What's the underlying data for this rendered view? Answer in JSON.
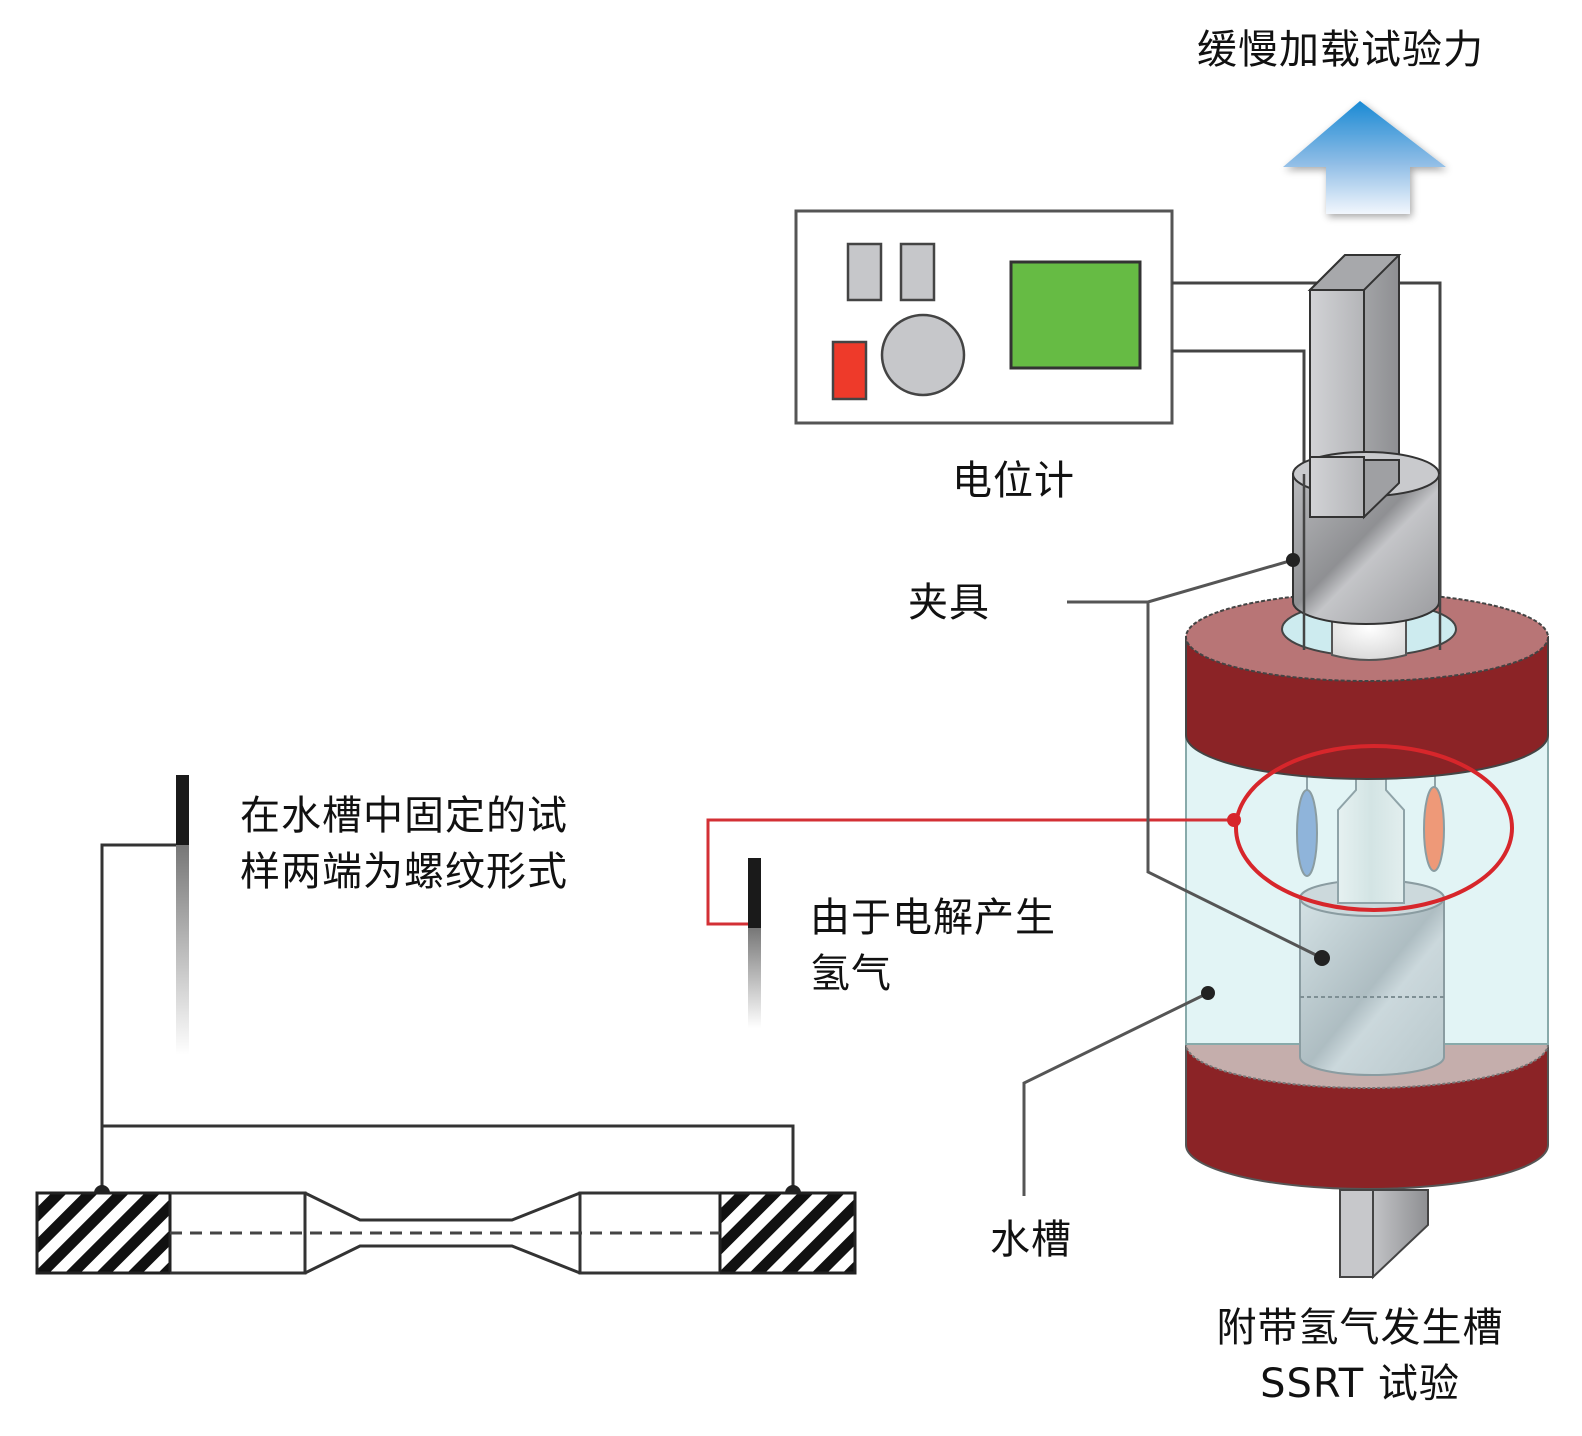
{
  "labels": {
    "slow_load": "缓慢加载试验力",
    "potentiostat": "电位计",
    "fixture": "夹具",
    "specimen_note": [
      "在水槽中固定的试",
      "样两端为螺纹形式"
    ],
    "hydrogen_note": [
      "由于电解产生",
      "氢气"
    ],
    "water_tank": "水槽",
    "caption": [
      "附带氢气发生槽",
      "SSRT 试验"
    ]
  },
  "colors": {
    "arrow_top": "#1a8ad4",
    "arrow_bottom": "#eef5fc",
    "potentiostat_display": "#66bb44",
    "potentiostat_red_button": "#ee3a2a",
    "potentiostat_gray": "#c6c7ca",
    "heater_band": "#8b2326",
    "heater_band_top": "#b87576",
    "heater_base_top": "#c5aeac",
    "water": "#e2f4f5",
    "ring_opening": "#cdebef",
    "highlight_circle": "#d7262b",
    "cathode_electrode": "#8fb4da",
    "anode_electrode": "#ee9978",
    "wire": "#444444",
    "red_wire": "#d33035"
  }
}
